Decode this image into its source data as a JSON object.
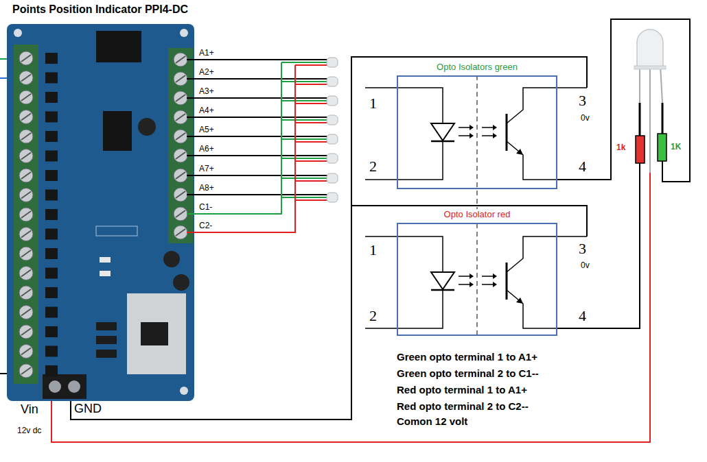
{
  "diagram": {
    "title": "Points Position Indicator PPI4-DC",
    "nodes": [
      {
        "text": [
          "Opto Isolators green"
        ]
      },
      {
        "text": [
          "Opto Isolator red"
        ]
      }
    ],
    "labels": [
      "A1+",
      "A2+",
      "A3+",
      "A4+",
      "A5+",
      "A6+",
      "A7+",
      "A8+",
      "C1-",
      "C2-",
      "1",
      "2",
      "3",
      "0v",
      "4",
      "1",
      "2",
      "3",
      "0v",
      "4",
      "1k",
      "1K",
      "Green opto terminal 1 to A1+",
      "Green opto terminal 2 to C1--",
      "Red opto terminal 1 to A1+",
      "Red opto terminal 2 to C2--",
      "Comon 12 volt",
      "Vin",
      "12v dc",
      "GND"
    ]
  }
}
